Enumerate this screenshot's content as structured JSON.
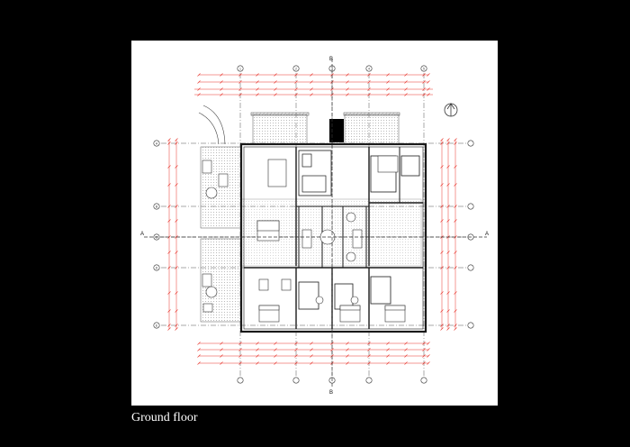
{
  "caption": "Ground floor",
  "grid": {
    "columns": [
      "1",
      "2",
      "3",
      "4",
      "5"
    ],
    "rows": [
      "A",
      "B",
      "C",
      "D",
      "E"
    ]
  },
  "section_markers": {
    "left": "A",
    "right": "A",
    "top": "B",
    "bottom": "B"
  },
  "colors": {
    "background": "#000000",
    "sheet": "#ffffff",
    "dimension": "#e8342c",
    "linework": "#1a1a1a",
    "hatch": "#8a8a8a"
  },
  "icons": [
    "north-arrow-icon"
  ]
}
